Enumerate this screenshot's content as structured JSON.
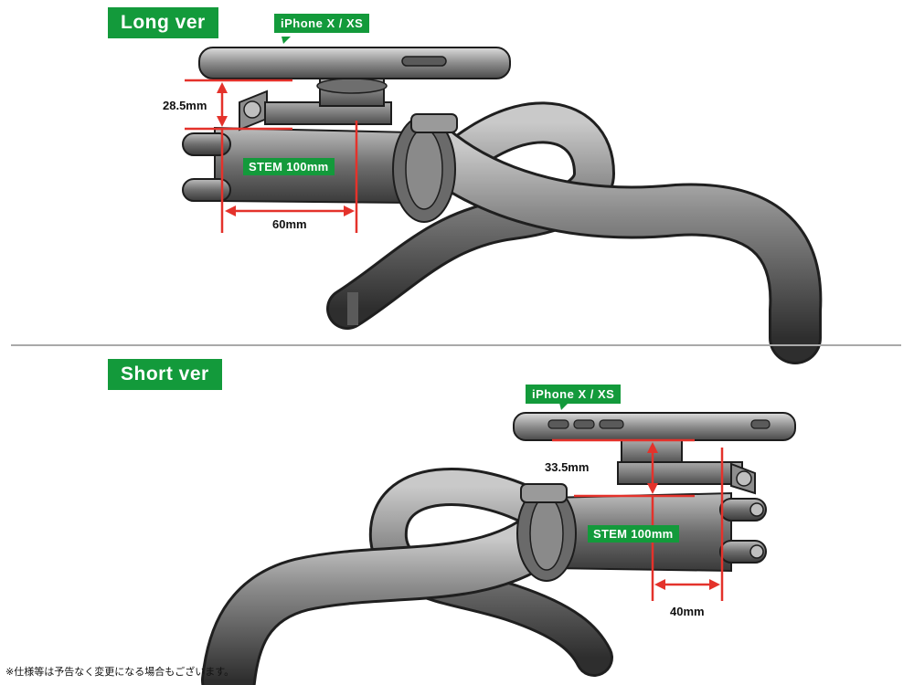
{
  "top": {
    "version_label": "Long ver",
    "phone_label": "iPhone X / XS",
    "stem_label": "STEM 100mm",
    "height_dim": "28.5mm",
    "offset_dim": "60mm"
  },
  "bottom": {
    "version_label": "Short ver",
    "phone_label": "iPhone X / XS",
    "stem_label": "STEM 100mm",
    "height_dim": "33.5mm",
    "offset_dim": "40mm"
  },
  "footnote": "※仕様等は予告なく変更になる場合もございます。",
  "colors": {
    "badge": "#139a3b",
    "dimension_line": "#e4322b",
    "divider": "#a9a9a9"
  }
}
